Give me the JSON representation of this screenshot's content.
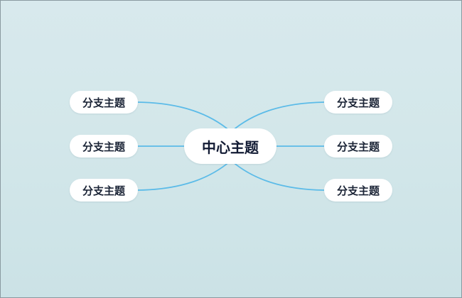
{
  "mindmap": {
    "center": {
      "label": "中心主题"
    },
    "left_branches": [
      {
        "label": "分支主题"
      },
      {
        "label": "分支主题"
      },
      {
        "label": "分支主题"
      }
    ],
    "right_branches": [
      {
        "label": "分支主题"
      },
      {
        "label": "分支主题"
      },
      {
        "label": "分支主题"
      }
    ]
  },
  "colors": {
    "connector": "#5bbbe8",
    "node_fill": "#ffffff",
    "text": "#1b2436"
  }
}
